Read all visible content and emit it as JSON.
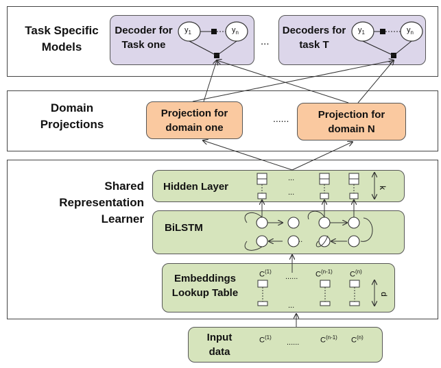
{
  "sections": {
    "task": [
      "Task Specific",
      "Models"
    ],
    "domain": [
      "Domain",
      "Projections"
    ],
    "shared": [
      "Shared",
      "Representation",
      "Learner"
    ]
  },
  "decoders": {
    "one": [
      "Decoder for",
      "Task one"
    ],
    "t": [
      "Decoders for",
      "task T"
    ],
    "y1": "y",
    "y1_sub": "1",
    "yn": "y",
    "yn_sub": "n",
    "ellipsis": "..."
  },
  "projections": {
    "one": [
      "Projection for",
      "domain one"
    ],
    "n": [
      "Projection for",
      "domain N"
    ],
    "ellipsis": "......"
  },
  "hidden": {
    "label": "Hidden Layer",
    "dots": "...",
    "dim": "k"
  },
  "bilstm": {
    "label": "BiLSTM",
    "dots": "..."
  },
  "embeddings": {
    "label": [
      "Embeddings",
      "Lookup Table"
    ],
    "c1": "C",
    "c1_sup": "(1)",
    "cn1": "C",
    "cn1_sup": "(n-1)",
    "cn": "C",
    "cn_sup": "(n)",
    "dots": "......",
    "dots2": "...",
    "dim": "d"
  },
  "input": {
    "label": [
      "Input",
      "data"
    ],
    "c1": "C",
    "c1_sup": "(1)",
    "cn1": "C",
    "cn1_sup": "(n-1)",
    "cn": "C",
    "cn_sup": "(n)",
    "dots": "......"
  }
}
